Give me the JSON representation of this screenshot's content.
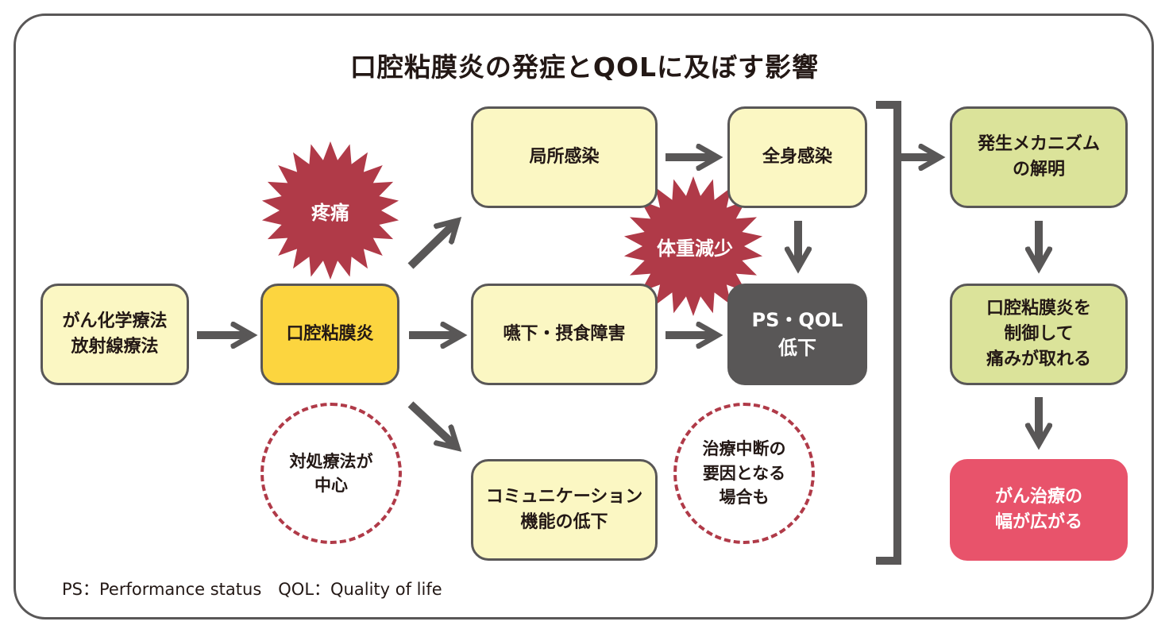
{
  "title": "口腔粘膜炎の発症とQOLに及ぼす影響",
  "boxes": {
    "therapy": "がん化学療法\n放射線療法",
    "mucositis": "口腔粘膜炎",
    "local_infection": "局所感染",
    "systemic_infection": "全身感染",
    "swallowing": "嚥下・摂食障害",
    "ps_qol": "PS・QOL\n低下",
    "communication": "コミュニケーション\n機能の低下",
    "mechanism": "発生メカニズム\nの解明",
    "control": "口腔粘膜炎を\n制御して\n痛みが取れる",
    "widen": "がん治療の\n幅が広がる"
  },
  "bursts": {
    "pain": "疼痛",
    "weight_loss": "体重減少"
  },
  "dashed_notes": {
    "symptomatic": "対処療法が\n中心",
    "interruption": "治療中断の\n要因となる\n場合も"
  },
  "footnote": "PS：Performance status　QOL：Quality of life",
  "colors": {
    "cream": "#fbf7c3",
    "gold": "#fcd53f",
    "dark": "#595757",
    "green": "#dbe39a",
    "pink": "#e8536b",
    "burst": "#b03a48"
  }
}
